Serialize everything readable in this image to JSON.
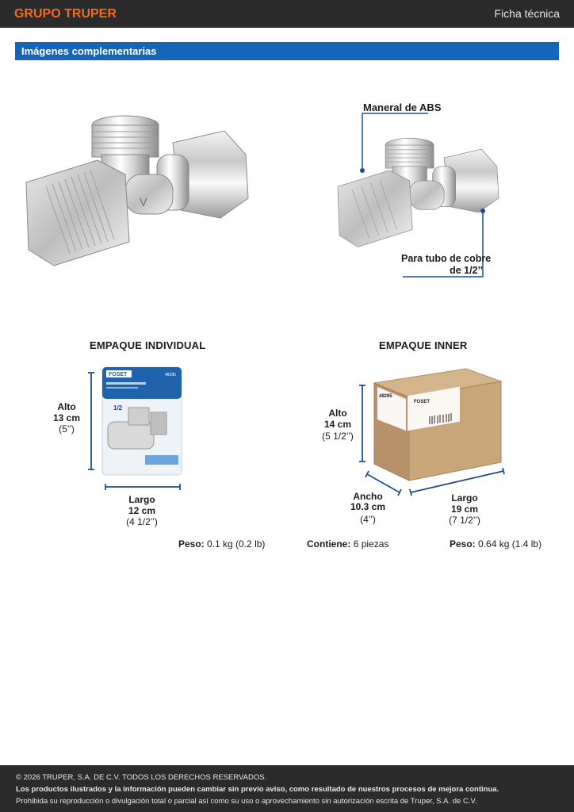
{
  "header": {
    "brand": "GRUPO TRUPER",
    "doc_type": "Ficha técnica"
  },
  "section": {
    "title": "Imágenes complementarias"
  },
  "callouts": {
    "handle": "Maneral de ABS",
    "pipe_line1": "Para tubo de cobre",
    "pipe_line2": "de 1/2’’"
  },
  "individual": {
    "heading": "EMPAQUE INDIVIDUAL",
    "alto_label": "Alto",
    "alto_cm": "13 cm",
    "alto_in": "(5’’)",
    "largo_label": "Largo",
    "largo_cm": "12 cm",
    "largo_in": "(4 1/2’’)",
    "peso_label": "Peso:",
    "peso_value": "0.1 kg (0.2 lb)",
    "package_brand": "FOSET",
    "package_code": "48285",
    "package_size": "1/2"
  },
  "inner": {
    "heading": "EMPAQUE INNER",
    "alto_label": "Alto",
    "alto_cm": "14 cm",
    "alto_in": "(5 1/2’’)",
    "ancho_label": "Ancho",
    "ancho_cm": "10.3 cm",
    "ancho_in": "(4’’)",
    "largo_label": "Largo",
    "largo_cm": "19 cm",
    "largo_in": "(7 1/2’’)",
    "contiene_label": "Contiene:",
    "contiene_value": "6 piezas",
    "peso_label": "Peso:",
    "peso_value": "0.64 kg (1.4 lb)",
    "box_code": "48285",
    "box_brand": "FOSET"
  },
  "footer": {
    "line1": "© 2026 TRUPER, S.A. DE C.V. TODOS LOS DERECHOS RESERVADOS.",
    "line2": "Los productos ilustrados y la información pueden cambiar sin previo aviso, como resultado de nuestros procesos de mejora continua.",
    "line3": "Prohibida su reproducción o divulgación total o parcial así como su uso o aprovechamiento sin autorización escrita de Truper, S.A. de C.V."
  },
  "colors": {
    "brand_orange": "#f26a21",
    "section_blue": "#1565b8",
    "dimension_blue": "#1f4e8c",
    "bar_dark": "#2b2b2b"
  }
}
